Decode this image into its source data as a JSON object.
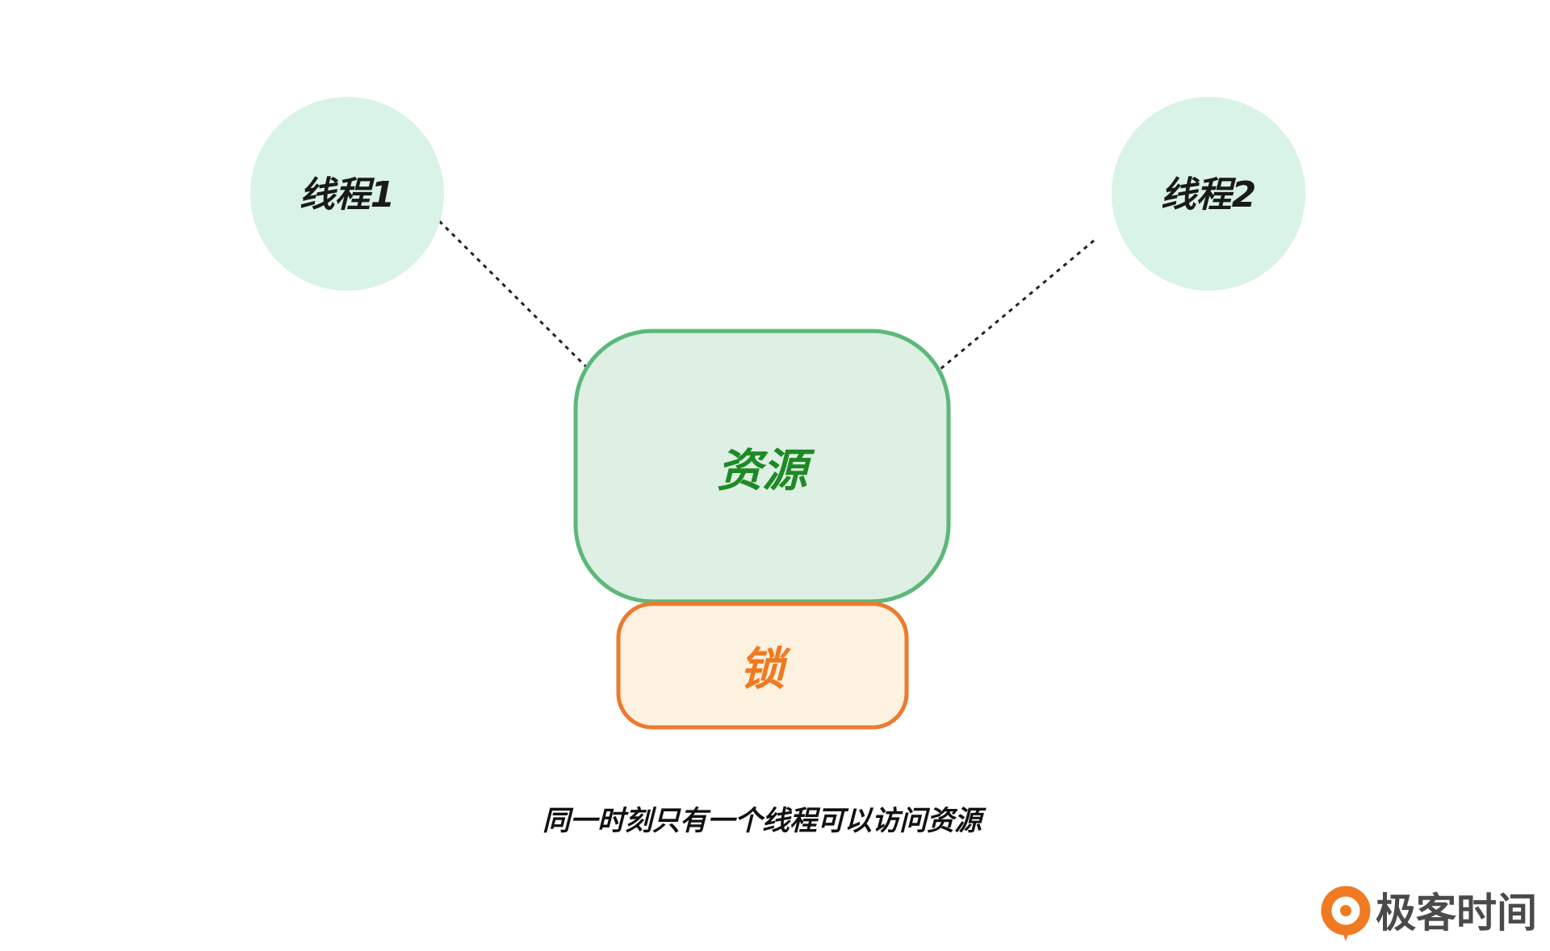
{
  "diagram": {
    "threads": [
      {
        "label": "线程1"
      },
      {
        "label": "线程2"
      }
    ],
    "resource": {
      "label": "资源"
    },
    "lock": {
      "label": "锁"
    },
    "caption": "同一时刻只有一个线程可以访问资源"
  },
  "brand": {
    "name": "极客时间"
  },
  "colors": {
    "thread_fill": "#d9f3e6",
    "resource_fill": "#deefe3",
    "resource_border": "#5cb87a",
    "resource_text": "#1e8a25",
    "lock_fill": "#fdf1df",
    "lock_border": "#ec7a2f",
    "lock_text": "#f07a22",
    "brand_orange": "#f07a22",
    "brand_text": "#4a4a4a"
  }
}
